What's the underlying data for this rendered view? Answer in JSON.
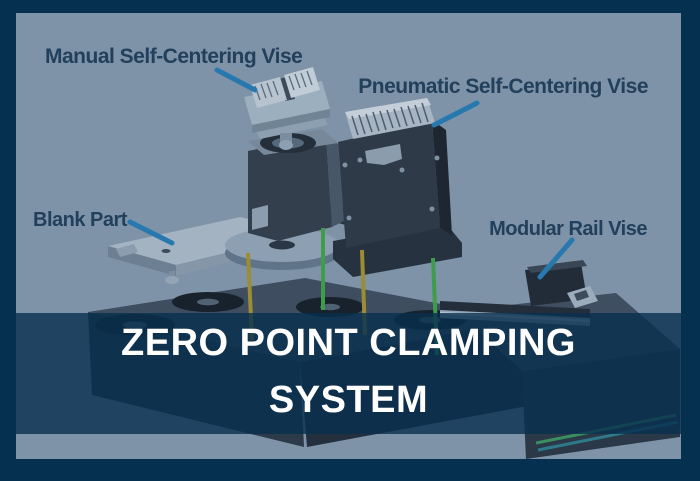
{
  "banner": {
    "lines": [
      "ZERO POINT CLAMPING",
      "SYSTEM"
    ]
  },
  "diagram": {
    "labels": {
      "manual": "Manual Self-Centering Vise",
      "pneumatic": "Pneumatic Self-Centering Vise",
      "blank": "Blank Part",
      "modular": "Modular Rail Vise"
    }
  },
  "colors": {
    "frame_navy": "#05304f",
    "canvas_blue_gray": "#7e92a8",
    "banner_overlay": "rgba(7,48,79,0.8)",
    "label_text": "#22405c",
    "leader_blue": "#2878b0",
    "title_text": "#ffffff",
    "pin_yellow": "#9c8c33",
    "pin_green": "#3f9c4a"
  }
}
